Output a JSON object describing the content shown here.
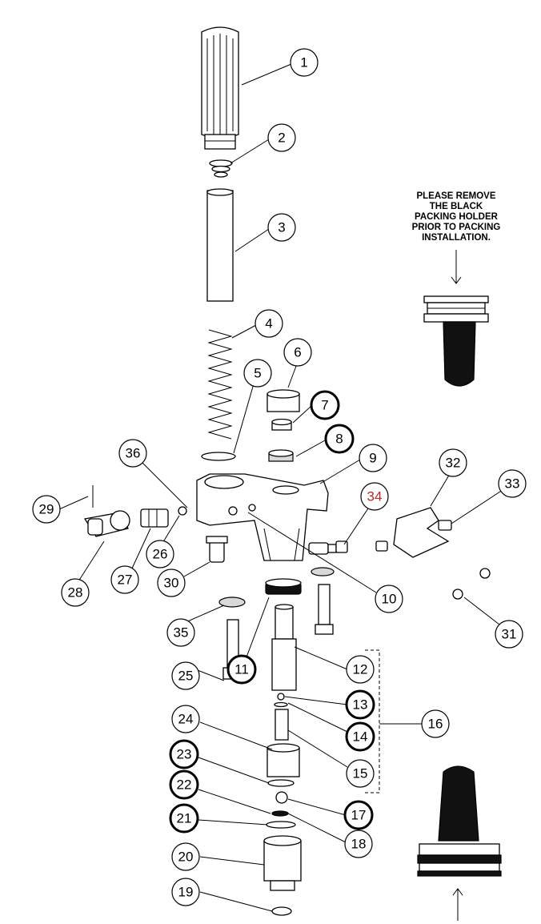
{
  "note": {
    "lines": [
      "PLEASE REMOVE",
      "THE BLACK",
      "PACKING HOLDER",
      "PRIOR TO PACKING",
      "INSTALLATION."
    ]
  },
  "callouts": [
    {
      "num": "1"
    },
    {
      "num": "2"
    },
    {
      "num": "3"
    },
    {
      "num": "4"
    },
    {
      "num": "5"
    },
    {
      "num": "6"
    },
    {
      "num": "7"
    },
    {
      "num": "8"
    },
    {
      "num": "9"
    },
    {
      "num": "10"
    },
    {
      "num": "11"
    },
    {
      "num": "12"
    },
    {
      "num": "13"
    },
    {
      "num": "14"
    },
    {
      "num": "15"
    },
    {
      "num": "16"
    },
    {
      "num": "17"
    },
    {
      "num": "18"
    },
    {
      "num": "19"
    },
    {
      "num": "20"
    },
    {
      "num": "21"
    },
    {
      "num": "22"
    },
    {
      "num": "23"
    },
    {
      "num": "24"
    },
    {
      "num": "25"
    },
    {
      "num": "26"
    },
    {
      "num": "27"
    },
    {
      "num": "28"
    },
    {
      "num": "29"
    },
    {
      "num": "30"
    },
    {
      "num": "31"
    },
    {
      "num": "32"
    },
    {
      "num": "33"
    },
    {
      "num": "34"
    },
    {
      "num": "35"
    },
    {
      "num": "36"
    }
  ]
}
